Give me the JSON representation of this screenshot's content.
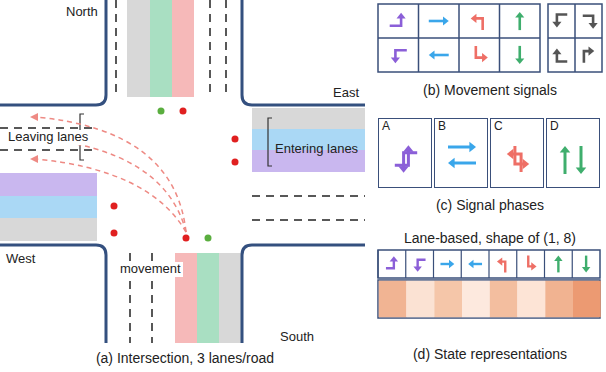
{
  "diagram": {
    "nodes": [
      {
        "text": [
          "A"
        ]
      },
      {
        "text": [
          "B"
        ]
      },
      {
        "text": [
          "C"
        ]
      },
      {
        "text": [
          "D"
        ]
      }
    ],
    "labels": [
      "North",
      "East",
      "West",
      "South",
      "Leaving lanes",
      "Entering lanes",
      "movement",
      "(a) Intersection, 3 lanes/road",
      "(b) Movement signals",
      "(c) Signal phases",
      "Lane-based, shape of (1, 8)",
      "(d) State representations"
    ]
  }
}
